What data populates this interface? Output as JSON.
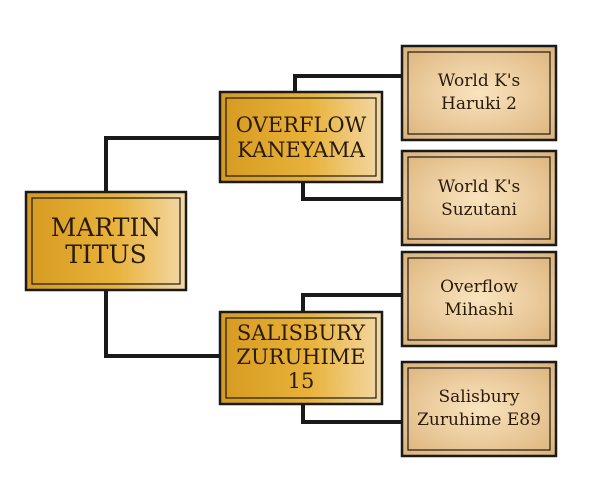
{
  "pedigree": {
    "subject": {
      "lines": [
        "MARTIN",
        "TITUS"
      ]
    },
    "sire": {
      "lines": [
        "OVERFLOW",
        "KANEYAMA"
      ]
    },
    "dam": {
      "lines": [
        "SALISBURY",
        "ZURUHIME",
        "15"
      ]
    },
    "sire_sire": {
      "lines": [
        "World K's",
        "Haruki 2"
      ]
    },
    "sire_dam": {
      "lines": [
        "World K's",
        "Suzutani"
      ]
    },
    "dam_sire": {
      "lines": [
        "Overflow",
        "Mihashi"
      ]
    },
    "dam_dam": {
      "lines": [
        "Salisbury",
        "Zuruhime E89"
      ]
    }
  },
  "colors": {
    "line": "#1a1a1a",
    "gen_dark_center": "#e0a52a",
    "gen_dark_edge": "#b8791a",
    "gen_light_center": "#f9e4bf",
    "gen_light_edge": "#dcb27a",
    "frame": "#1a1a1a"
  }
}
